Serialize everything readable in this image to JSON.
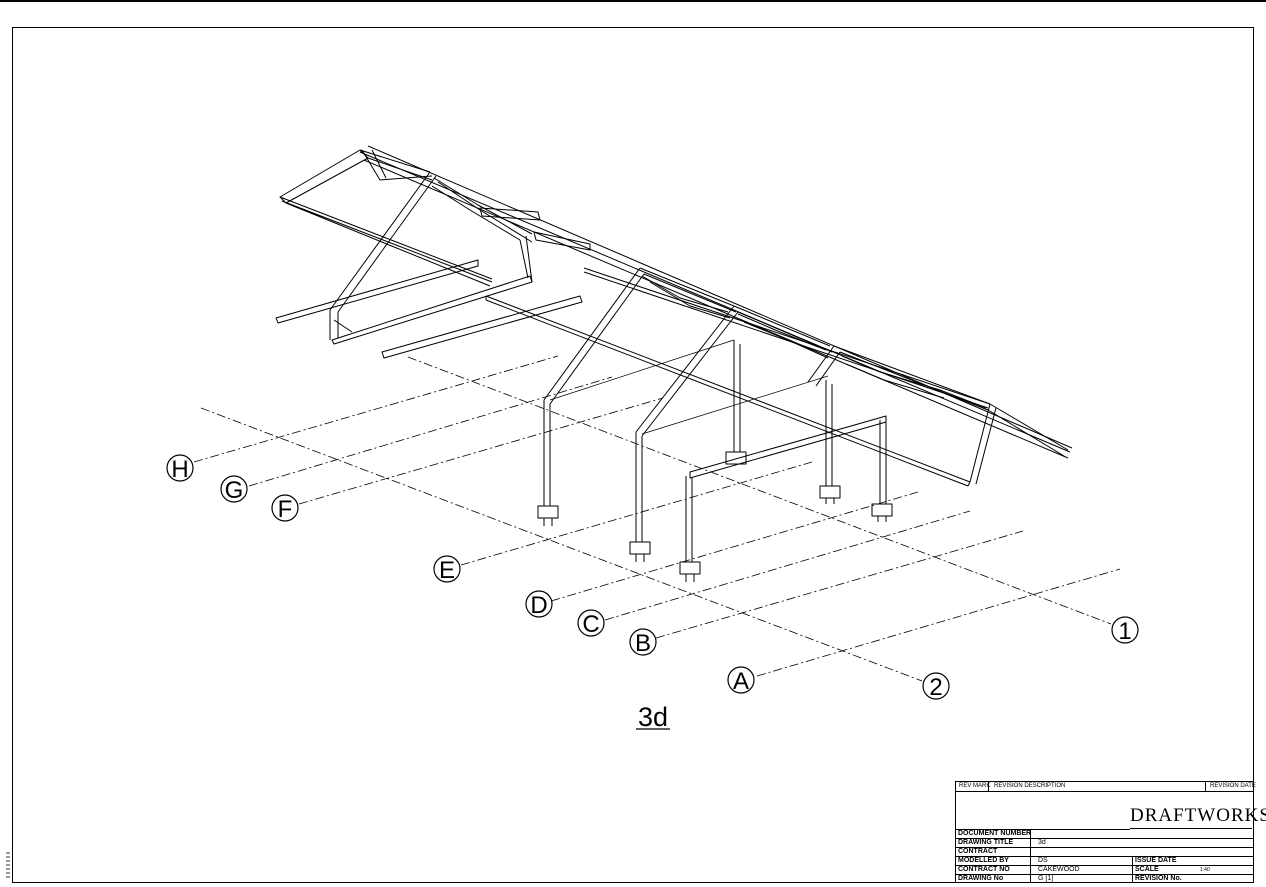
{
  "drawing": {
    "view_title": "3d",
    "grid_letters": [
      "H",
      "G",
      "F",
      "E",
      "D",
      "C",
      "B",
      "A"
    ],
    "grid_numbers": [
      "1",
      "2"
    ]
  },
  "title_block": {
    "rev_mark": "REV MARK",
    "revision_description": "REVISION DESCRIPTION",
    "revision_date": "REVISION DATE",
    "logo": "DRAFTWORKS",
    "document_number_label": "DOCUMENT NUMBER",
    "drawing_title_label": "DRAWING TITLE",
    "drawing_title_value": "3d",
    "contract_label": "CONTRACT",
    "modelled_by_label": "MODELLED BY",
    "modelled_by_value": "DS",
    "issue_date_label": "ISSUE DATE",
    "contract_no_label": "CONTRACT NO",
    "contract_no_value": "CAKEWOOD",
    "scale_label": "SCALE",
    "scale_value": "1:40",
    "drawing_no_label": "DRAWING No",
    "drawing_no_value": "G  [1]",
    "revision_no_label": "REVISION No."
  }
}
